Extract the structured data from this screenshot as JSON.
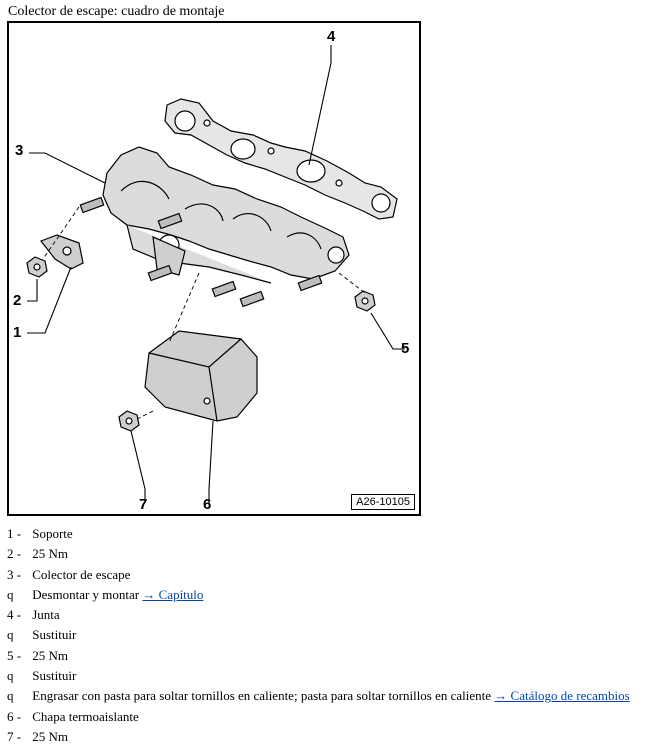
{
  "title": "Colector de escape: cuadro de montaje",
  "figure": {
    "code": "A26-10105",
    "callouts": [
      "1",
      "2",
      "3",
      "4",
      "5",
      "6",
      "7"
    ]
  },
  "items": [
    {
      "marker": "1 -",
      "text": "Soporte",
      "link": ""
    },
    {
      "marker": "2 -",
      "text": "25 Nm",
      "link": ""
    },
    {
      "marker": "3 -",
      "text": "Colector de escape",
      "link": ""
    },
    {
      "marker": "q",
      "text": "Desmontar y montar",
      "link": "→ Capítulo"
    },
    {
      "marker": "4 -",
      "text": "Junta",
      "link": ""
    },
    {
      "marker": "q",
      "text": "Sustituir",
      "link": ""
    },
    {
      "marker": "5 -",
      "text": "25 Nm",
      "link": ""
    },
    {
      "marker": "q",
      "text": "Sustituir",
      "link": ""
    },
    {
      "marker": "q",
      "text": "Engrasar con pasta para soltar tornillos en caliente; pasta para soltar tornillos en caliente",
      "link": "→ Catálogo de recambios"
    },
    {
      "marker": "6 -",
      "text": "Chapa termoaislante",
      "link": ""
    },
    {
      "marker": "7 -",
      "text": "25 Nm",
      "link": ""
    }
  ]
}
